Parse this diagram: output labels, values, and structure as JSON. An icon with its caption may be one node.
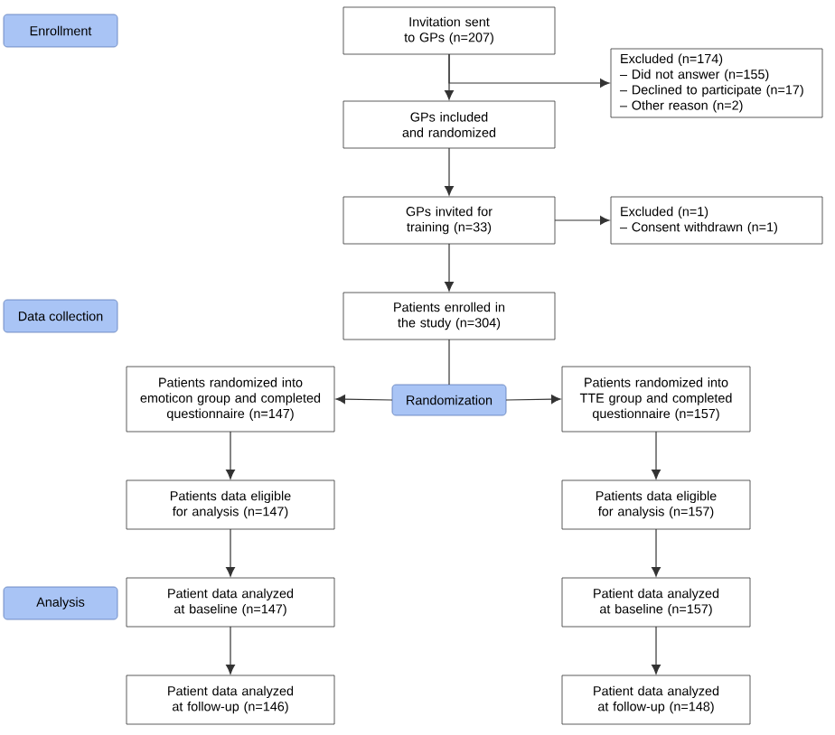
{
  "diagram": {
    "nodes": [
      {
        "text": [
          "Enrollment"
        ]
      },
      {
        "text": [
          "Invitation sent to GPs (n=207)"
        ]
      },
      {
        "text": [
          "Excluded (n=174)",
          "– Did not answer (n=155)",
          "– Declined to participate (n=17)",
          "– Other reason (n=2)"
        ]
      },
      {
        "text": [
          "GPs included and randomized"
        ]
      },
      {
        "text": [
          "GPs invited for training (n=33)"
        ]
      },
      {
        "text": [
          "Excluded (n=1)",
          "– Consent withdrawn (n=1)"
        ]
      },
      {
        "text": [
          "Data collection"
        ]
      },
      {
        "text": [
          "Patients enrolled in the study (n=304)"
        ]
      },
      {
        "text": [
          "Randomization"
        ]
      },
      {
        "text": [
          "Patients randomized into emoticon group and completed questionnaire (n=147)"
        ]
      },
      {
        "text": [
          "Patients randomized into TTE group and completed questionnaire (n=157)"
        ]
      },
      {
        "text": [
          "Patients data eligible for analysis (n=147)"
        ]
      },
      {
        "text": [
          "Patients data eligible for analysis (n=157)"
        ]
      },
      {
        "text": [
          "Analysis"
        ]
      },
      {
        "text": [
          "Patient data analyzed at baseline (n=147)"
        ]
      },
      {
        "text": [
          "Patient data analyzed at baseline (n=157)"
        ]
      },
      {
        "text": [
          "Patient data analyzed at follow-up (n=146)"
        ]
      },
      {
        "text": [
          "Patient data analyzed at follow-up (n=148)"
        ]
      }
    ],
    "edges": [
      {
        "from": 1,
        "to": 3,
        "arrow": "to"
      },
      {
        "from": 1,
        "to": 2,
        "arrow": "to"
      },
      {
        "from": 3,
        "to": 4,
        "arrow": "to"
      },
      {
        "from": 4,
        "to": 5,
        "arrow": "to"
      },
      {
        "from": 4,
        "to": 7,
        "arrow": "to"
      },
      {
        "from": 7,
        "to": 8,
        "arrow": "none"
      },
      {
        "from": 8,
        "to": 9,
        "arrow": "to"
      },
      {
        "from": 8,
        "to": 10,
        "arrow": "to"
      },
      {
        "from": 9,
        "to": 11,
        "arrow": "to"
      },
      {
        "from": 10,
        "to": 12,
        "arrow": "to"
      },
      {
        "from": 11,
        "to": 14,
        "arrow": "to"
      },
      {
        "from": 12,
        "to": 15,
        "arrow": "to"
      },
      {
        "from": 14,
        "to": 16,
        "arrow": "to"
      },
      {
        "from": 15,
        "to": 17,
        "arrow": "to"
      }
    ]
  }
}
